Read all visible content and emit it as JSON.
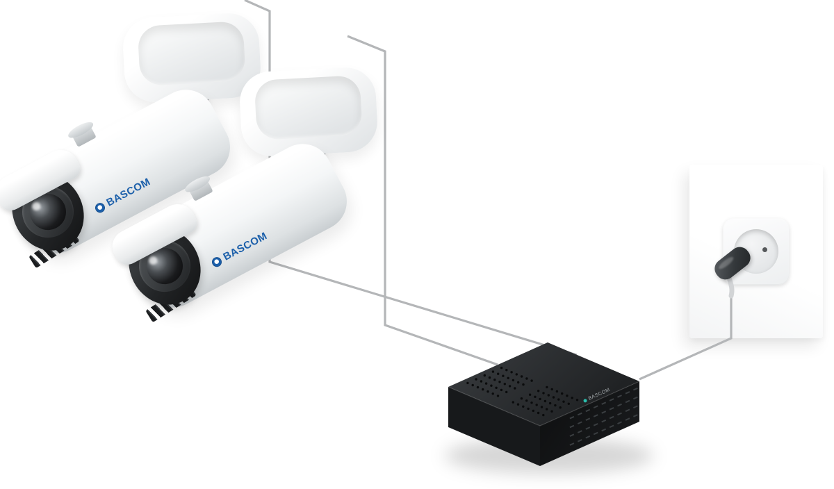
{
  "brand": {
    "camera_label": "BASCOM",
    "nvr_label": "BASCOM"
  },
  "colors": {
    "background": "#ffffff",
    "cable": "#b4b6b8",
    "brand_blue": "#1b5faa",
    "logo_teal": "#2bbfae",
    "camera_body": "#f2f4f5",
    "nvr_body": "#1c1e20",
    "wall_panel": "#ffffff"
  },
  "diagram": {
    "nodes": [
      {
        "id": "camera-1",
        "type": "bullet-ip-camera",
        "label": "BASCOM"
      },
      {
        "id": "camera-2",
        "type": "bullet-ip-camera",
        "label": "BASCOM"
      },
      {
        "id": "nvr",
        "type": "network-video-recorder",
        "label": "BASCOM"
      },
      {
        "id": "wall-outlet",
        "type": "power-outlet",
        "label": ""
      }
    ],
    "connections": [
      {
        "from": "camera-1",
        "to": "nvr",
        "kind": "cable"
      },
      {
        "from": "camera-2",
        "to": "nvr",
        "kind": "cable"
      },
      {
        "from": "wall-outlet",
        "to": "nvr",
        "kind": "power-cable"
      }
    ]
  }
}
